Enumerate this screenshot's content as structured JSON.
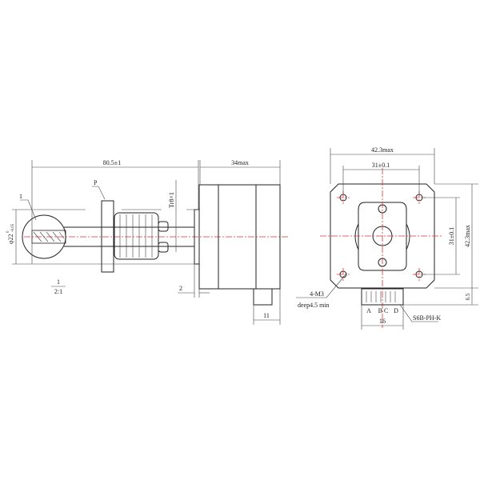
{
  "side_view": {
    "overall_length": "80.5±1",
    "motor_length": "34max",
    "nut_label": "P",
    "detail_label": "1",
    "thread": "Tr8×1",
    "nut_diameter": "φ22",
    "nut_tol_upper": "0",
    "nut_tol_lower": "-0.05",
    "detail_ref": "1",
    "detail_scale": "2:1",
    "flange_thickness": "2",
    "connector_width": "11"
  },
  "front_view": {
    "width": "42.3max",
    "hole_spacing_h": "31±0.1",
    "hole_spacing_v": "31±0.1",
    "height": "42.3max",
    "hole_spec": "4-M3",
    "hole_depth": "deep4.5 min",
    "pins": [
      "A",
      "B C",
      "D"
    ],
    "connector_width": "16",
    "connector_height": "6.5",
    "connector_type": "S6B-PH-K"
  }
}
